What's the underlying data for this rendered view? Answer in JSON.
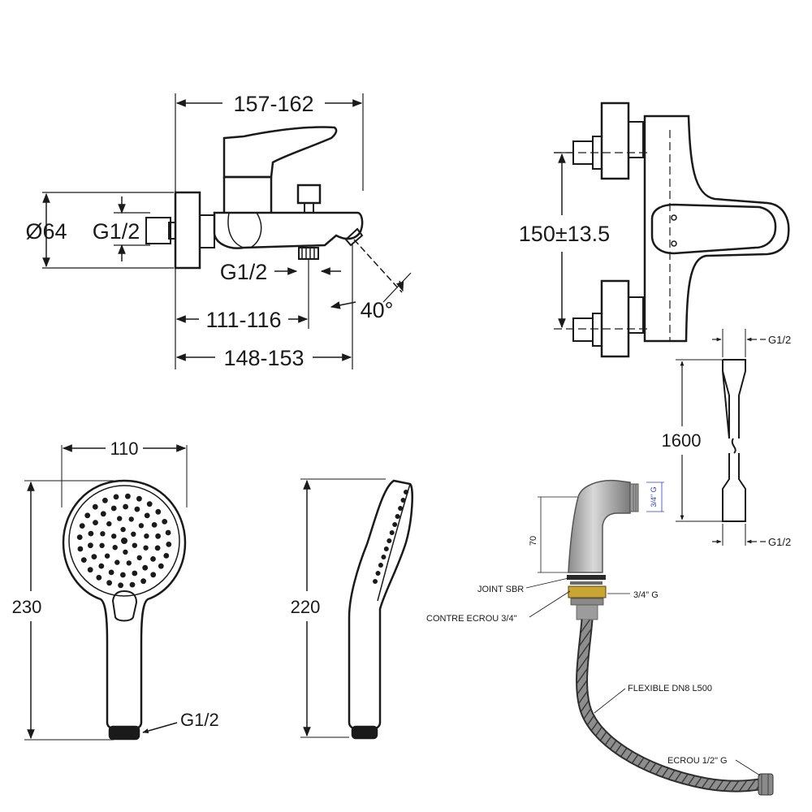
{
  "mixer_side_view": {
    "overall_width": "157-162",
    "diameter": "Ø64",
    "inlet_thread": "G1/2",
    "outlet_thread": "G1/2",
    "outlet_offset": "111-116",
    "body_length": "148-153",
    "spout_angle": "40°"
  },
  "mixer_front_view": {
    "inlet_spacing": "150±13.5"
  },
  "hose": {
    "length": "1600",
    "thread_top": "G1/2",
    "thread_bottom": "G1/2"
  },
  "hand_shower": {
    "width": "110",
    "height_front": "230",
    "height_side": "220",
    "thread": "G1/2"
  },
  "diverter_kit": {
    "height": "70",
    "thread_blue": "3/4\" G",
    "joint_label": "JOINT SBR",
    "counter_nut_label": "CONTRE ECROU 3/4\"",
    "thread_label": "3/4\" G",
    "flexible_label": "FLEXIBLE DN8 L500",
    "nut_label": "ECROU 1/2\" G",
    "accent_color": "#c9a533"
  }
}
